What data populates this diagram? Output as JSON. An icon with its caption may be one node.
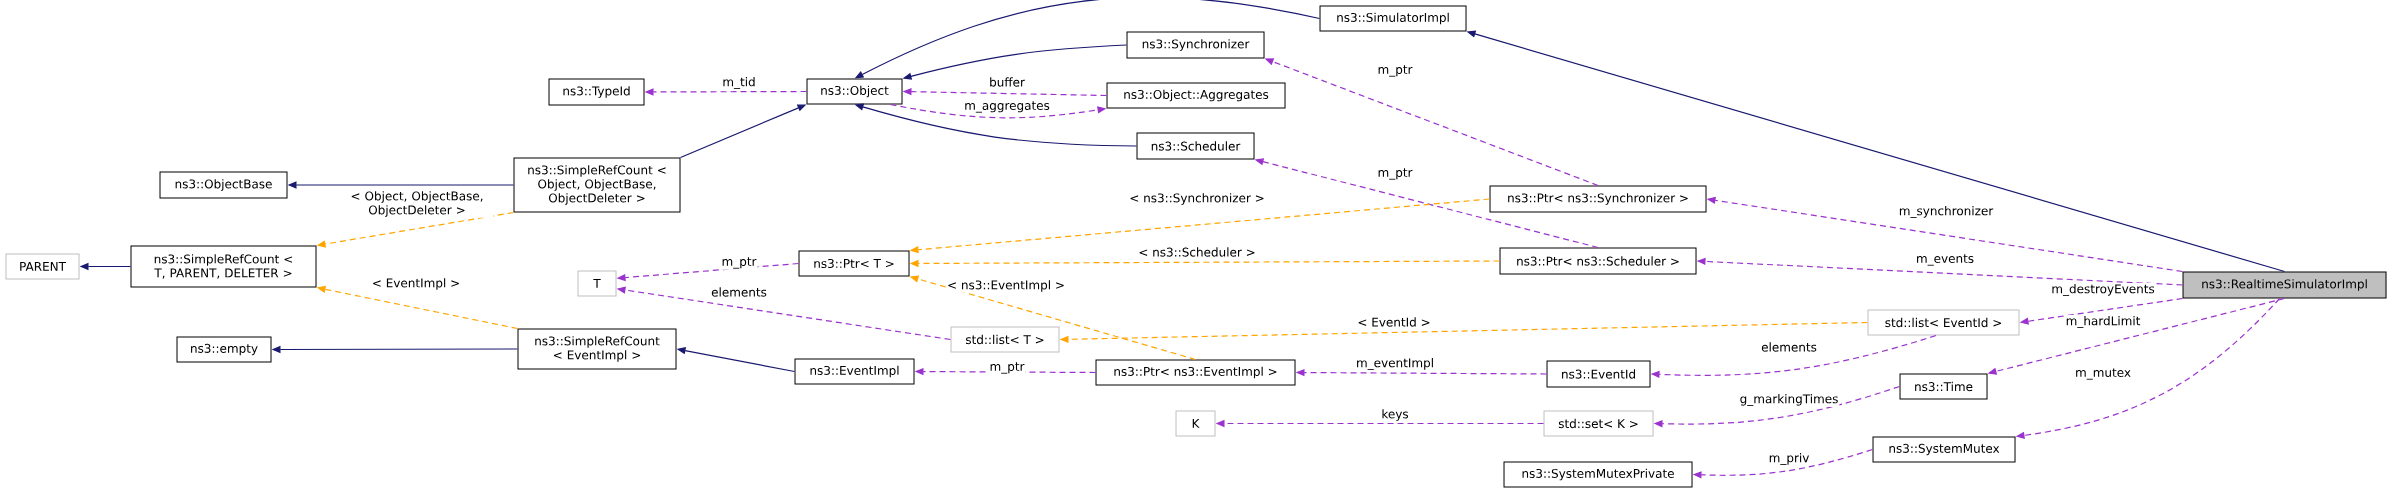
{
  "diagram": {
    "nodes": [
      {
        "text": [
          "PARENT"
        ]
      },
      {
        "text": [
          "ns3::SimpleRefCount < T, PARENT, DELETER >"
        ]
      },
      {
        "text": [
          "ns3::ObjectBase"
        ]
      },
      {
        "text": [
          "ns3::empty"
        ]
      },
      {
        "text": [
          "ns3::SimpleRefCount < Object, ObjectBase, ObjectDeleter >"
        ]
      },
      {
        "text": [
          "ns3::TypeId"
        ]
      },
      {
        "text": [
          "T"
        ]
      },
      {
        "text": [
          "ns3::SimpleRefCount < EventImpl >"
        ]
      },
      {
        "text": [
          "ns3::Object"
        ]
      },
      {
        "text": [
          "ns3::SimulatorImpl"
        ]
      },
      {
        "text": [
          "ns3::Synchronizer"
        ]
      },
      {
        "text": [
          "ns3::Object::Aggregates"
        ]
      },
      {
        "text": [
          "ns3::Scheduler"
        ]
      },
      {
        "text": [
          "ns3::Ptr< T >"
        ]
      },
      {
        "text": [
          "std::list< T >"
        ]
      },
      {
        "text": [
          "ns3::EventImpl"
        ]
      },
      {
        "text": [
          "ns3::Ptr< ns3::EventImpl >"
        ]
      },
      {
        "text": [
          "K"
        ]
      },
      {
        "text": [
          "ns3::Ptr< ns3::Synchronizer >"
        ]
      },
      {
        "text": [
          "ns3::Ptr< ns3::Scheduler >"
        ]
      },
      {
        "text": [
          "ns3::EventId"
        ]
      },
      {
        "text": [
          "std::set< K >"
        ]
      },
      {
        "text": [
          "ns3::SystemMutexPrivate"
        ]
      },
      {
        "text": [
          "std::list< EventId >"
        ]
      },
      {
        "text": [
          "ns3::Time"
        ]
      },
      {
        "text": [
          "ns3::SystemMutex"
        ]
      },
      {
        "text": [
          "ns3::RealtimeSimulatorImpl"
        ]
      }
    ],
    "edges": [
      {
        "from": 1,
        "to": 0,
        "arrow": "to",
        "color": "#191970"
      },
      {
        "from": 4,
        "to": 2,
        "arrow": "to",
        "color": "#191970"
      },
      {
        "from": 4,
        "to": 8,
        "arrow": "to",
        "color": "#191970"
      },
      {
        "from": 7,
        "to": 3,
        "arrow": "to",
        "color": "#191970"
      },
      {
        "from": 15,
        "to": 7,
        "arrow": "to",
        "color": "#191970"
      },
      {
        "from": 9,
        "to": 8,
        "arrow": "to",
        "color": "#191970"
      },
      {
        "from": 10,
        "to": 8,
        "arrow": "to",
        "color": "#191970"
      },
      {
        "from": 12,
        "to": 8,
        "arrow": "to",
        "color": "#191970"
      },
      {
        "from": 26,
        "to": 9,
        "arrow": "to",
        "color": "#191970"
      },
      {
        "from": 8,
        "to": 5,
        "arrow": "to",
        "style": "dashed",
        "label": "m_tid"
      },
      {
        "from": 11,
        "to": 8,
        "arrow": "to",
        "style": "dashed",
        "label": "buffer"
      },
      {
        "from": 8,
        "to": 11,
        "arrow": "to",
        "style": "dashed",
        "label": "m_aggregates"
      },
      {
        "from": 18,
        "to": 10,
        "arrow": "to",
        "style": "dashed",
        "label": "m_ptr"
      },
      {
        "from": 19,
        "to": 12,
        "arrow": "to",
        "style": "dashed",
        "label": "m_ptr"
      },
      {
        "from": 13,
        "to": 6,
        "arrow": "to",
        "style": "dashed",
        "label": "m_ptr"
      },
      {
        "from": 14,
        "to": 6,
        "arrow": "to",
        "style": "dashed",
        "label": "elements"
      },
      {
        "from": 16,
        "to": 15,
        "arrow": "to",
        "style": "dashed",
        "label": "m_ptr"
      },
      {
        "from": 20,
        "to": 16,
        "arrow": "to",
        "style": "dashed",
        "label": "m_eventImpl"
      },
      {
        "from": 21,
        "to": 17,
        "arrow": "to",
        "style": "dashed",
        "label": "keys"
      },
      {
        "from": 26,
        "to": 18,
        "arrow": "to",
        "style": "dashed",
        "label": "m_synchronizer"
      },
      {
        "from": 26,
        "to": 19,
        "arrow": "to",
        "style": "dashed",
        "label": "m_events"
      },
      {
        "from": 26,
        "to": 23,
        "arrow": "to",
        "style": "dashed",
        "label": "m_destroyEvents"
      },
      {
        "from": 26,
        "to": 24,
        "arrow": "to",
        "style": "dashed",
        "label": "m_hardLimit"
      },
      {
        "from": 26,
        "to": 25,
        "arrow": "to",
        "style": "dashed",
        "label": "m_mutex"
      },
      {
        "from": 23,
        "to": 20,
        "arrow": "to",
        "style": "dashed",
        "label": "elements"
      },
      {
        "from": 24,
        "to": 21,
        "arrow": "to",
        "style": "dashed",
        "label": "g_markingTimes"
      },
      {
        "from": 25,
        "to": 22,
        "arrow": "to",
        "style": "dashed",
        "label": "m_priv"
      },
      {
        "from": 4,
        "to": 1,
        "arrow": "to",
        "style": "dashed",
        "color": "#ffa500",
        "label": "< Object, ObjectBase, ObjectDeleter >"
      },
      {
        "from": 7,
        "to": 1,
        "arrow": "to",
        "style": "dashed",
        "color": "#ffa500",
        "label": "< EventImpl >"
      },
      {
        "from": 18,
        "to": 13,
        "arrow": "to",
        "style": "dashed",
        "color": "#ffa500",
        "label": "< ns3::Synchronizer >"
      },
      {
        "from": 19,
        "to": 13,
        "arrow": "to",
        "style": "dashed",
        "color": "#ffa500",
        "label": "< ns3::Scheduler >"
      },
      {
        "from": 16,
        "to": 13,
        "arrow": "to",
        "style": "dashed",
        "color": "#ffa500",
        "label": "< ns3::EventImpl >"
      },
      {
        "from": 23,
        "to": 14,
        "arrow": "to",
        "style": "dashed",
        "color": "#ffa500",
        "label": "< EventId >"
      }
    ]
  }
}
